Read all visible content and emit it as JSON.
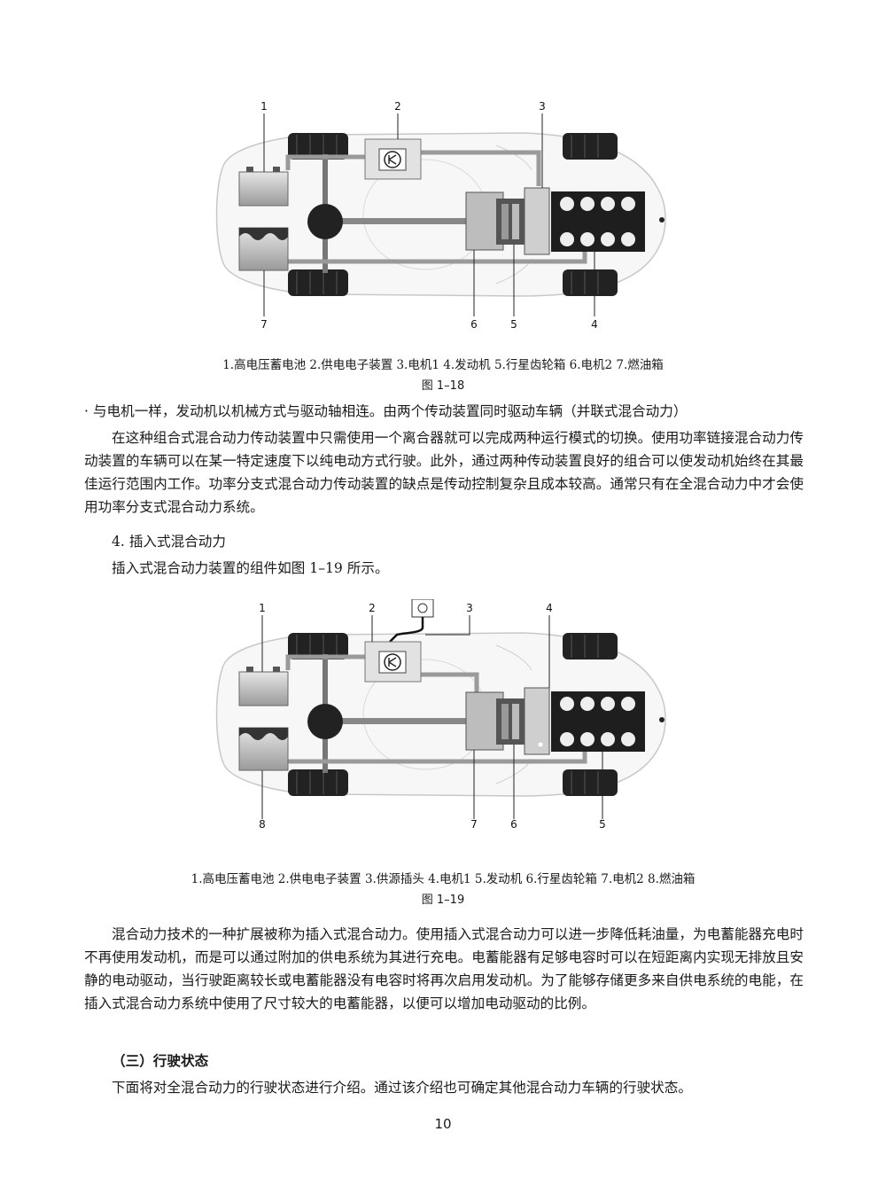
{
  "figure1": {
    "callouts": [
      "1",
      "2",
      "3",
      "4",
      "5",
      "6",
      "7"
    ],
    "caption": "1.高电压蓄电池 2.供电电子装置 3.电机1 4.发动机 5.行星齿轮箱 6.电机2 7.燃油箱",
    "number": "图 1–18"
  },
  "body1": {
    "bullet": "· 与电机一样，发动机以机械方式与驱动轴相连。由两个传动装置同时驱动车辆（并联式混合动力）",
    "para": "在这种组合式混合动力传动装置中只需使用一个离合器就可以完成两种运行模式的切换。使用功率链接混合动力传动装置的车辆可以在某一特定速度下以纯电动方式行驶。此外，通过两种传动装置良好的组合可以使发动机始终在其最佳运行范围内工作。功率分支式混合动力传动装置的缺点是传动控制复杂且成本较高。通常只有在全混合动力中才会使用功率分支式混合动力系统。",
    "section": "4. 插入式混合动力",
    "intro": "插入式混合动力装置的组件如图 1–19 所示。"
  },
  "figure2": {
    "callouts": [
      "1",
      "2",
      "3",
      "4",
      "5",
      "6",
      "7",
      "8"
    ],
    "caption": "1.高电压蓄电池 2.供电电子装置 3.供源插头 4.电机1 5.发动机 6.行星齿轮箱 7.电机2 8.燃油箱",
    "number": "图 1–19"
  },
  "body2": {
    "para": "混合动力技术的一种扩展被称为插入式混合动力。使用插入式混合动力可以进一步降低耗油量，为电蓄能器充电时不再使用发动机，而是可以通过附加的供电系统为其进行充电。电蓄能器有足够电容时可以在短距离内实现无排放且安静的电动驱动，当行驶距离较长或电蓄能器没有电容时将再次启用发动机。为了能够存储更多来自供电系统的电能，在插入式混合动力系统中使用了尺寸较大的电蓄能器，以便可以增加电动驱动的比例。",
    "heading": "（三）行驶状态",
    "closing": "下面将对全混合动力的行驶状态进行介绍。通过该介绍也可确定其他混合动力车辆的行驶状态。"
  },
  "page_number": "10"
}
